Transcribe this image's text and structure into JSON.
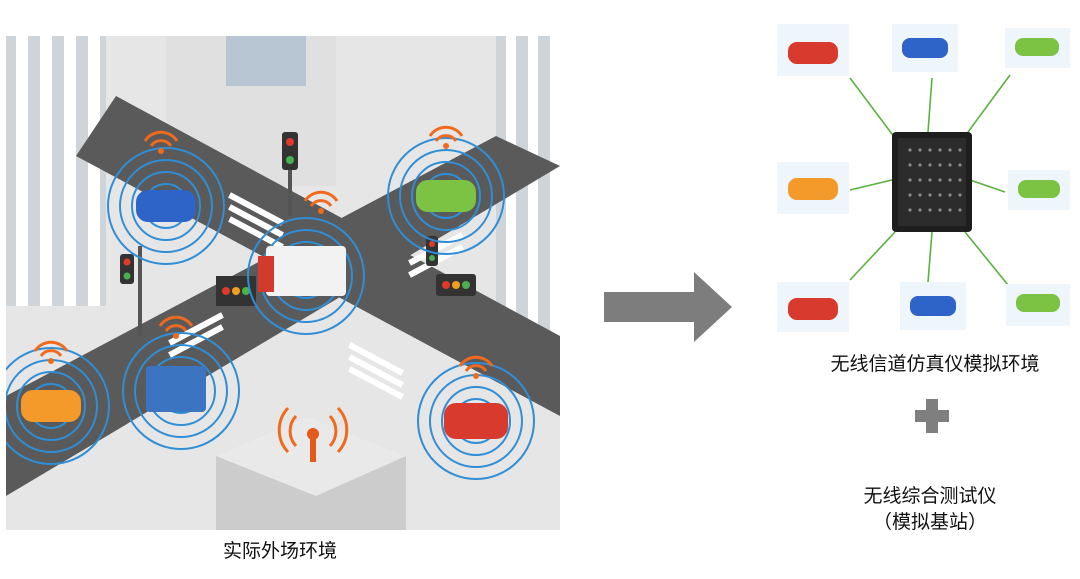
{
  "left": {
    "caption": "实际外场环境"
  },
  "right": {
    "caption": "无线信道仿真仪模拟环境",
    "tester_line1": "无线综合测试仪",
    "tester_line2": "（模拟基站）"
  },
  "colors": {
    "arrow": "#7d7d7d",
    "plus": "#7f7f7f",
    "link": "#5cb040",
    "wave_blue": "#2f8ed6",
    "wave_orange": "#f06a1e",
    "road": "#5a5a5a",
    "building": "#d8d8d8"
  },
  "cars": [
    "red-car",
    "blue-car",
    "green-car",
    "orange-car",
    "green-car",
    "red-car",
    "blue-car",
    "green-car"
  ]
}
